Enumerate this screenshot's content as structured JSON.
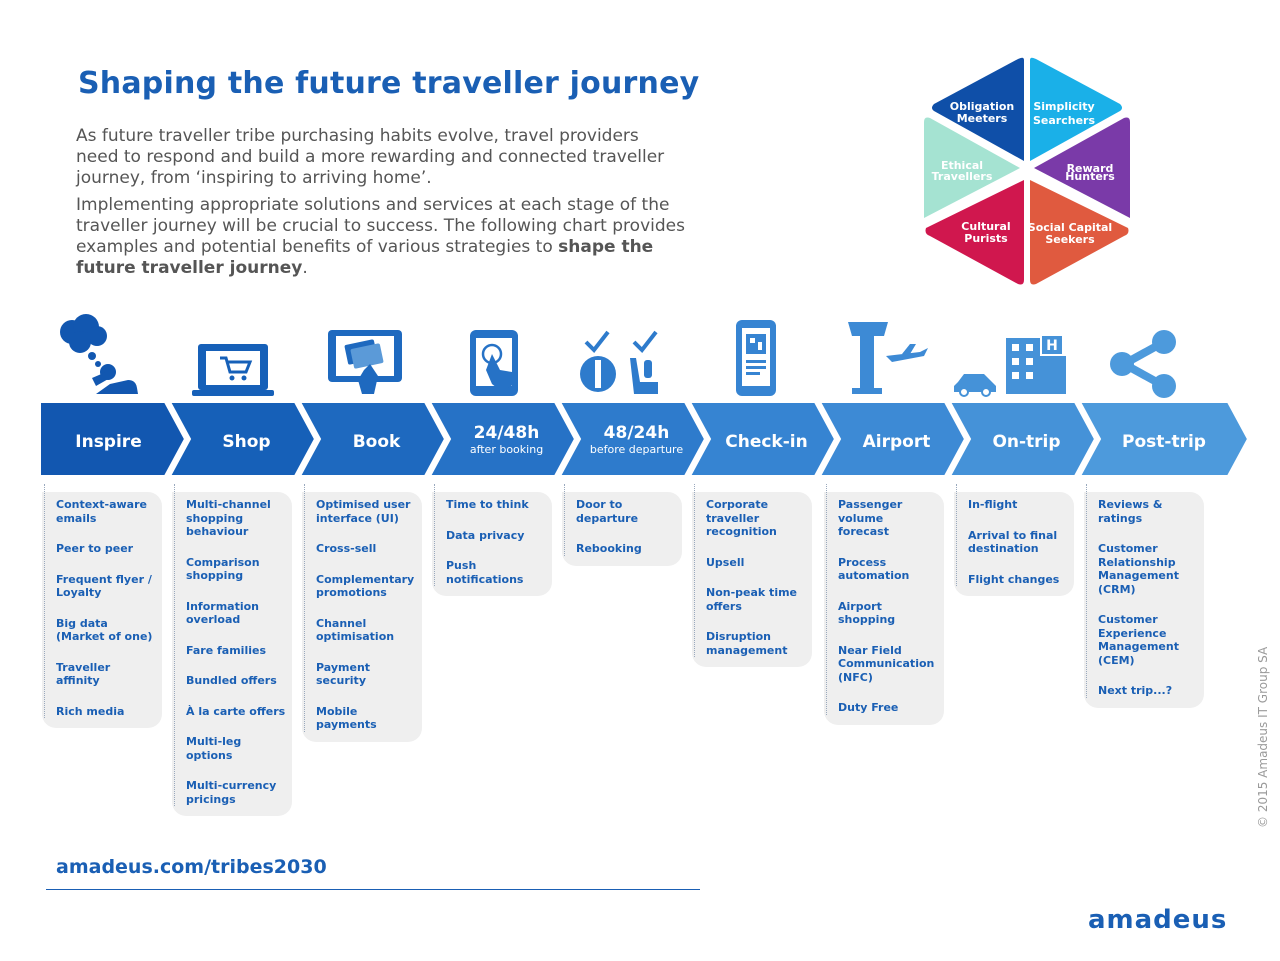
{
  "title": "Shaping the future traveller journey",
  "intro": {
    "paragraph1": "As future traveller tribe purchasing habits evolve, travel providers need to respond and build a more rewarding and connected traveller journey, from ‘inspiring to arriving home’.",
    "paragraph2_lead": "Implementing appropriate solutions and services at each stage of the traveller journey will be crucial to success. The following chart provides examples and potential benefits of various strategies to",
    "paragraph2_bold": "shape the future traveller journey",
    "paragraph2_end": "."
  },
  "tribes": {
    "obligation": [
      "Obligation",
      "Meeters"
    ],
    "simplicity": [
      "Simplicity",
      "Searchers"
    ],
    "reward": [
      "Reward",
      "Hunters"
    ],
    "social": [
      "Social Capital",
      "Seekers"
    ],
    "cultural": [
      "Cultural",
      "Purists"
    ],
    "ethical": [
      "Ethical",
      "Travellers"
    ],
    "colors": {
      "obligation": "#0f4fa8",
      "simplicity": "#1ab0e8",
      "reward": "#7a3aa8",
      "social": "#e05a3f",
      "cultural": "#d0174e",
      "ethical": "#a5e3d2"
    }
  },
  "stages": [
    {
      "name": "Inspire",
      "sub": "",
      "color": "#1257b0",
      "icon": "thinking-person-icon"
    },
    {
      "name": "Shop",
      "sub": "",
      "color": "#1660b8",
      "icon": "laptop-cart-icon"
    },
    {
      "name": "Book",
      "sub": "",
      "color": "#1e69bf",
      "icon": "tablet-card-icon"
    },
    {
      "name": "24/48h",
      "sub": "after booking",
      "color": "#2672c6",
      "icon": "touch-tablet-icon"
    },
    {
      "name": "48/24h",
      "sub": "before departure",
      "color": "#2e7bcc",
      "icon": "check-meal-seat-icon"
    },
    {
      "name": "Check-in",
      "sub": "",
      "color": "#3684d2",
      "icon": "mobile-qr-icon"
    },
    {
      "name": "Airport",
      "sub": "",
      "color": "#3d8ad5",
      "icon": "control-tower-plane-icon"
    },
    {
      "name": "On-trip",
      "sub": "",
      "color": "#4592d8",
      "icon": "car-hotel-icon"
    },
    {
      "name": "Post-trip",
      "sub": "",
      "color": "#4d9adc",
      "icon": "share-icon"
    }
  ],
  "cards": [
    [
      "Context-aware emails",
      "Peer to peer",
      "Frequent flyer / Loyalty",
      "Big data (Market of one)",
      "Traveller affinity",
      "Rich media"
    ],
    [
      "Multi-channel shopping behaviour",
      "Comparison shopping",
      "Information overload",
      "Fare families",
      "Bundled offers",
      "À la carte offers",
      "Multi-leg options",
      "Multi-currency pricings"
    ],
    [
      "Optimised user interface (UI)",
      "Cross-sell",
      "Complementary promotions",
      "Channel optimisation",
      "Payment security",
      "Mobile payments"
    ],
    [
      "Time to think",
      "Data privacy",
      "Push notifications"
    ],
    [
      "Door to departure",
      "Rebooking"
    ],
    [
      "Corporate traveller recognition",
      "Upsell",
      "Non-peak time offers",
      "Disruption management"
    ],
    [
      "Passenger volume forecast",
      "Process automation",
      "Airport shopping",
      "Near Field Communication (NFC)",
      "Duty Free"
    ],
    [
      "In-flight",
      "Arrival to final destination",
      "Flight changes"
    ],
    [
      "Reviews & ratings",
      "Customer Relationship Management (CRM)",
      "Customer Experience Management (CEM)",
      "Next trip...?"
    ]
  ],
  "footer": {
    "link": "amadeus.com/tribes2030",
    "copyright": "© 2015 Amadeus IT Group SA",
    "logo": "amadeus"
  }
}
